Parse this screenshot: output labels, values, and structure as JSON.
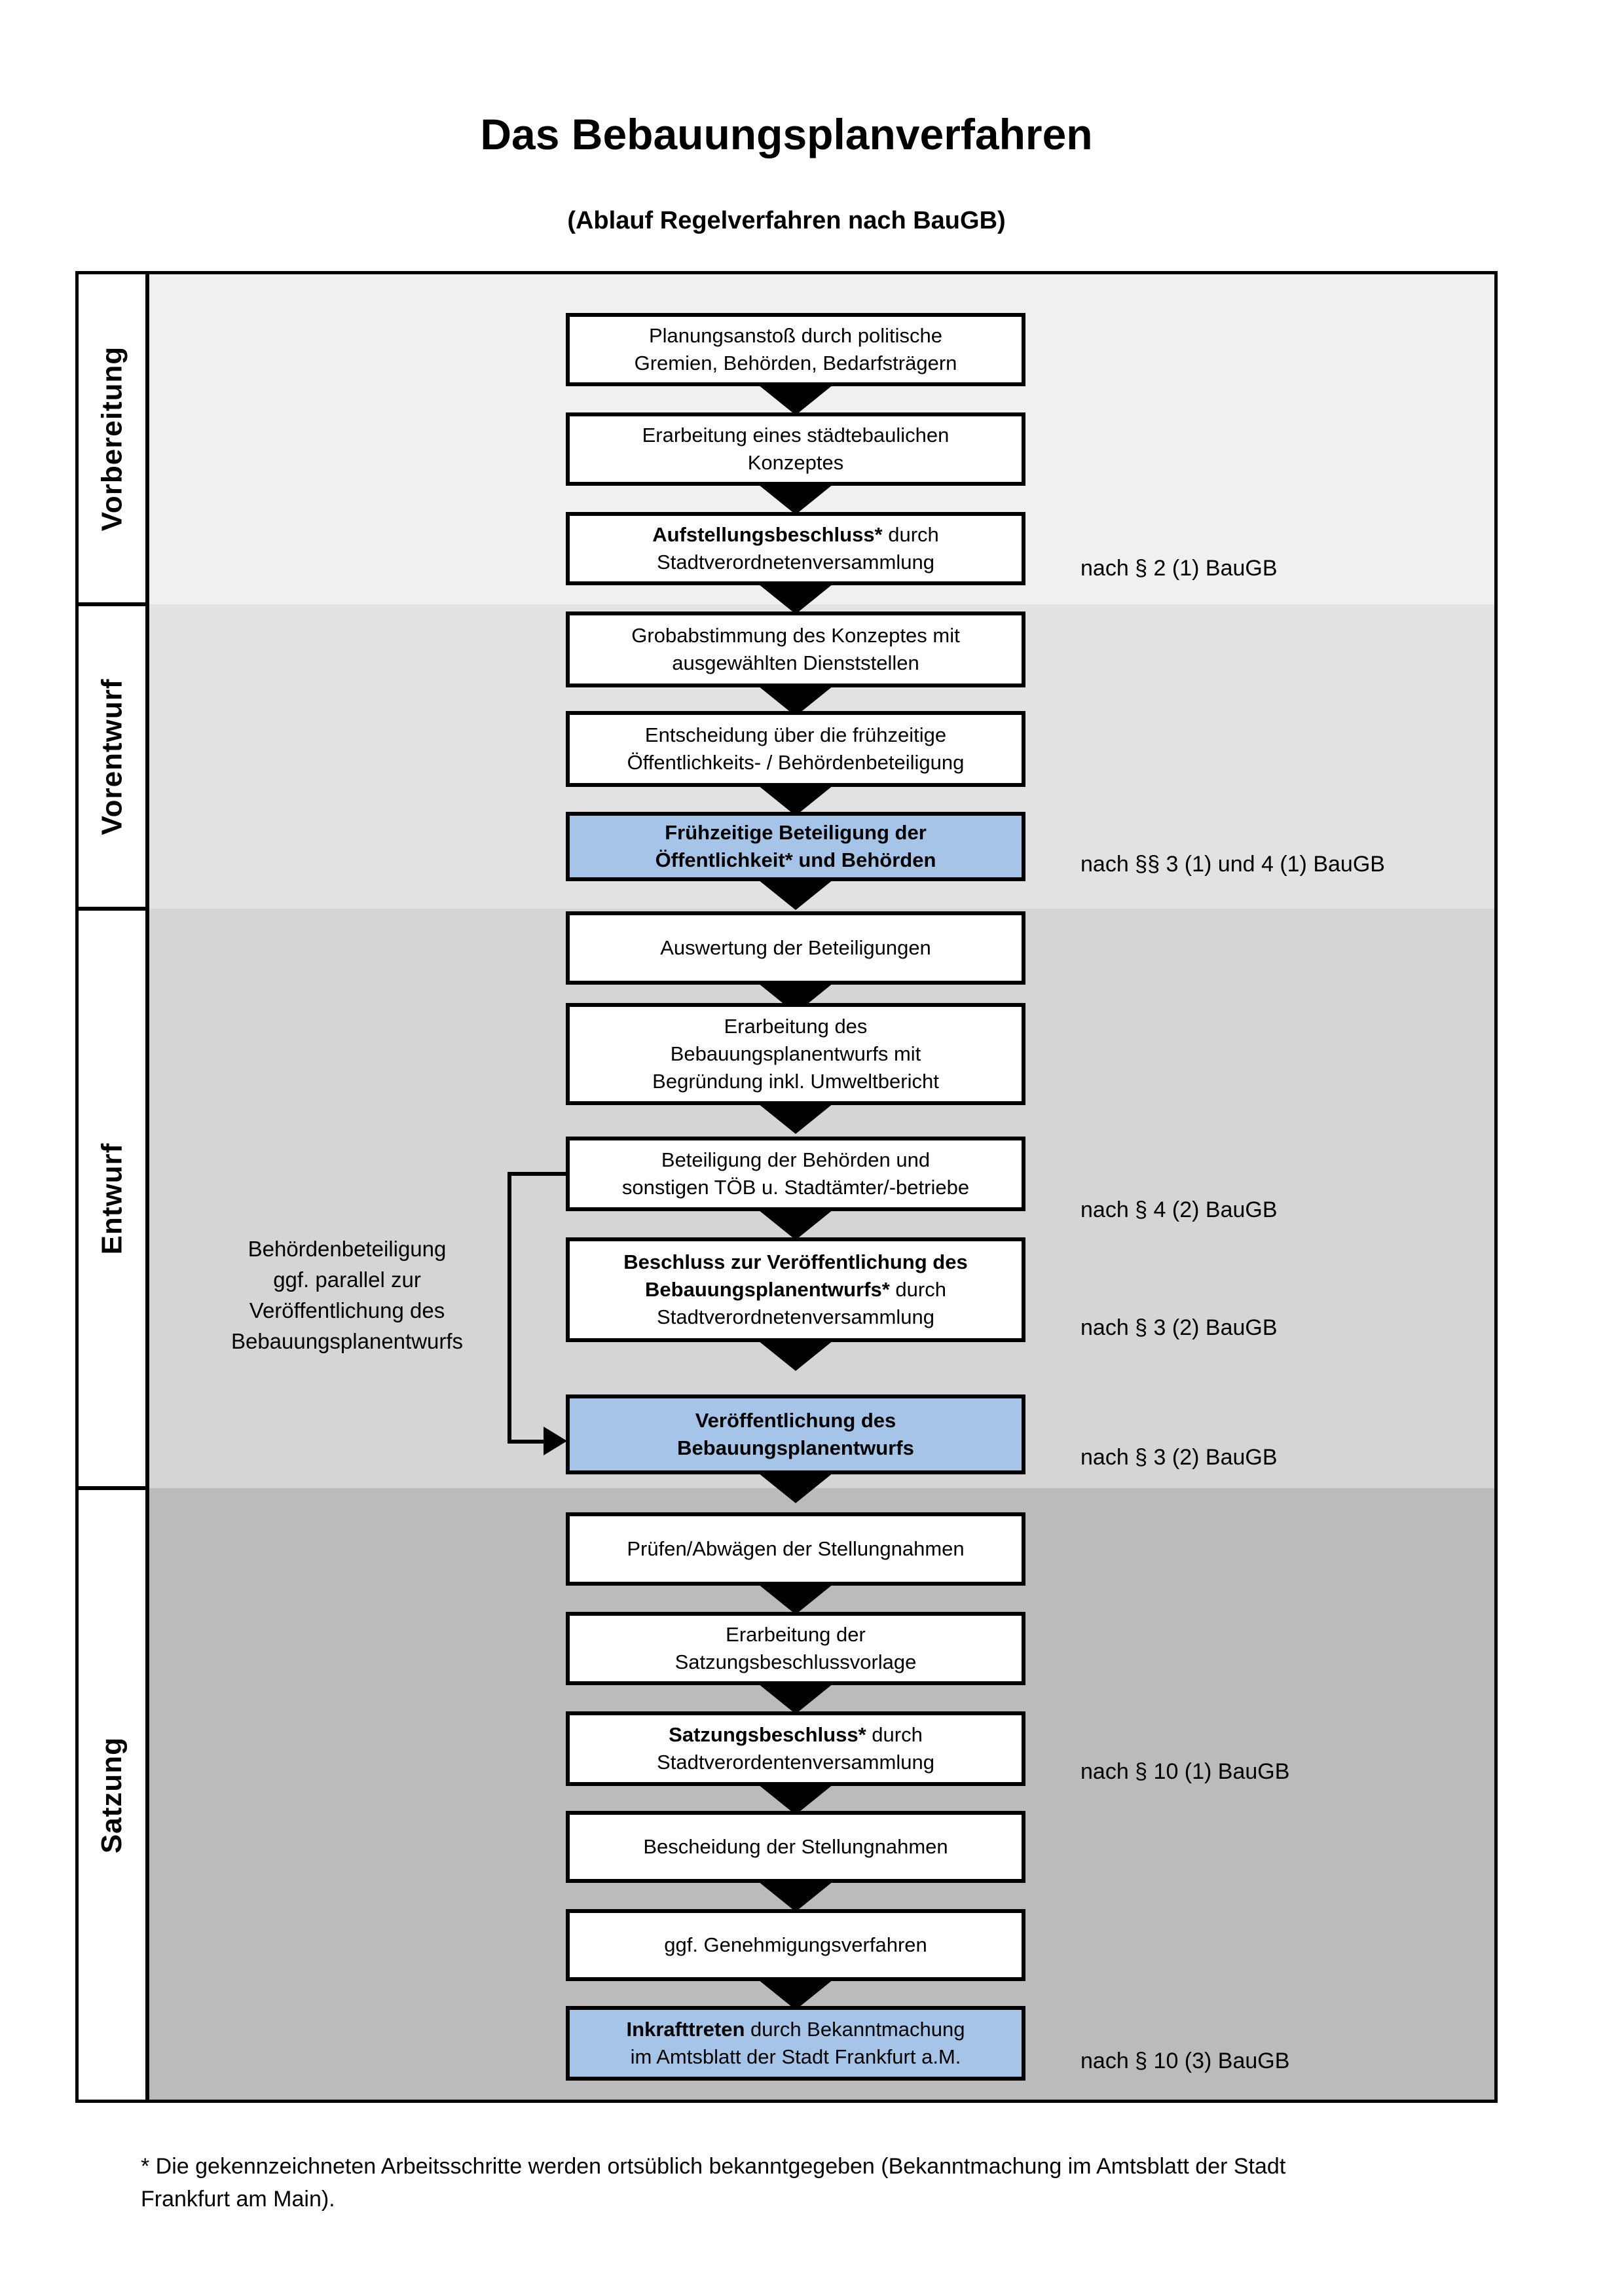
{
  "title": "Das Bebauungsplanverfahren",
  "subtitle": "(Ablauf Regelverfahren nach BauGB)",
  "colors": {
    "highlight_box": "#a5c4e7",
    "band_vorbereitung": "#f0f0f0",
    "band_vorentwurf": "#e2e2e2",
    "band_entwurf": "#d5d5d5",
    "band_satzung": "#bbbbbb",
    "border": "#000000",
    "box_background": "#ffffff"
  },
  "phases": [
    {
      "label": "Vorbereitung"
    },
    {
      "label": "Vorentwurf"
    },
    {
      "label": "Entwurf"
    },
    {
      "label": "Satzung"
    }
  ],
  "side_note": "Behördenbeteiligung\nggf. parallel zur\nVeröffentlichung des\nBebauungsplanentwurfs",
  "steps": [
    {
      "highlight": false,
      "ref": "",
      "lines": [
        [
          {
            "t": "Planungsanstoß durch politische",
            "b": false
          }
        ],
        [
          {
            "t": "Gremien, Behörden, Bedarfsträgern",
            "b": false
          }
        ]
      ]
    },
    {
      "highlight": false,
      "ref": "",
      "lines": [
        [
          {
            "t": "Erarbeitung eines städtebaulichen",
            "b": false
          }
        ],
        [
          {
            "t": "Konzeptes",
            "b": false
          }
        ]
      ]
    },
    {
      "highlight": false,
      "ref": "nach § 2 (1) BauGB",
      "lines": [
        [
          {
            "t": "Aufstellungsbeschluss*",
            "b": true
          },
          {
            "t": " durch",
            "b": false
          }
        ],
        [
          {
            "t": "Stadtverordnetenversammlung",
            "b": false
          }
        ]
      ]
    },
    {
      "highlight": false,
      "ref": "",
      "lines": [
        [
          {
            "t": "Grobabstimmung des Konzeptes mit",
            "b": false
          }
        ],
        [
          {
            "t": "ausgewählten Dienststellen",
            "b": false
          }
        ]
      ]
    },
    {
      "highlight": false,
      "ref": "",
      "lines": [
        [
          {
            "t": "Entscheidung über die frühzeitige",
            "b": false
          }
        ],
        [
          {
            "t": "Öffentlichkeits- / Behördenbeteiligung",
            "b": false
          }
        ]
      ]
    },
    {
      "highlight": true,
      "ref": "nach §§ 3 (1) und 4 (1) BauGB",
      "lines": [
        [
          {
            "t": "Frühzeitige Beteiligung der",
            "b": true
          }
        ],
        [
          {
            "t": "Öffentlichkeit* und Behörden",
            "b": true
          }
        ]
      ]
    },
    {
      "highlight": false,
      "ref": "",
      "lines": [
        [
          {
            "t": "Auswertung der Beteiligungen",
            "b": false
          }
        ]
      ]
    },
    {
      "highlight": false,
      "ref": "",
      "lines": [
        [
          {
            "t": "Erarbeitung des",
            "b": false
          }
        ],
        [
          {
            "t": "Bebauungsplanentwurfs mit",
            "b": false
          }
        ],
        [
          {
            "t": "Begründung inkl. Umweltbericht",
            "b": false
          }
        ]
      ]
    },
    {
      "highlight": false,
      "ref": "nach § 4 (2) BauGB",
      "lines": [
        [
          {
            "t": "Beteiligung der Behörden und",
            "b": false
          }
        ],
        [
          {
            "t": "sonstigen TÖB u. Stadtämter/-betriebe",
            "b": false
          }
        ]
      ]
    },
    {
      "highlight": false,
      "ref": "nach § 3 (2) BauGB",
      "lines": [
        [
          {
            "t": "Beschluss zur Veröffentlichung des",
            "b": true
          }
        ],
        [
          {
            "t": "Bebauungsplanentwurfs*",
            "b": true
          },
          {
            "t": " durch",
            "b": false
          }
        ],
        [
          {
            "t": "Stadtverordnetenversammlung",
            "b": false
          }
        ]
      ]
    },
    {
      "highlight": true,
      "ref": "nach § 3 (2) BauGB",
      "lines": [
        [
          {
            "t": "Veröffentlichung des",
            "b": true
          }
        ],
        [
          {
            "t": "Bebauungsplanentwurfs",
            "b": true
          }
        ]
      ]
    },
    {
      "highlight": false,
      "ref": "",
      "lines": [
        [
          {
            "t": "Prüfen/Abwägen der Stellungnahmen",
            "b": false
          }
        ]
      ]
    },
    {
      "highlight": false,
      "ref": "",
      "lines": [
        [
          {
            "t": "Erarbeitung der",
            "b": false
          }
        ],
        [
          {
            "t": "Satzungsbeschlussvorlage",
            "b": false
          }
        ]
      ]
    },
    {
      "highlight": false,
      "ref": "nach § 10 (1) BauGB",
      "lines": [
        [
          {
            "t": "Satzungsbeschluss*",
            "b": true
          },
          {
            "t": " durch",
            "b": false
          }
        ],
        [
          {
            "t": "Stadtverordentenversammlung",
            "b": false
          }
        ]
      ]
    },
    {
      "highlight": false,
      "ref": "",
      "lines": [
        [
          {
            "t": "Bescheidung der Stellungnahmen",
            "b": false
          }
        ]
      ]
    },
    {
      "highlight": false,
      "ref": "",
      "lines": [
        [
          {
            "t": "ggf. Genehmigungsverfahren",
            "b": false
          }
        ]
      ]
    },
    {
      "highlight": true,
      "ref": "nach § 10 (3) BauGB",
      "lines": [
        [
          {
            "t": "Inkrafttreten",
            "b": true
          },
          {
            "t": " durch Bekanntmachung",
            "b": false
          }
        ],
        [
          {
            "t": "im Amtsblatt der Stadt Frankfurt a.M.",
            "b": false
          }
        ]
      ]
    }
  ],
  "footnote": "* Die gekennzeichneten Arbeitsschritte werden ortsüblich bekanntgegeben (Bekanntmachung im Amtsblatt  der Stadt\nFrankfurt am Main)."
}
